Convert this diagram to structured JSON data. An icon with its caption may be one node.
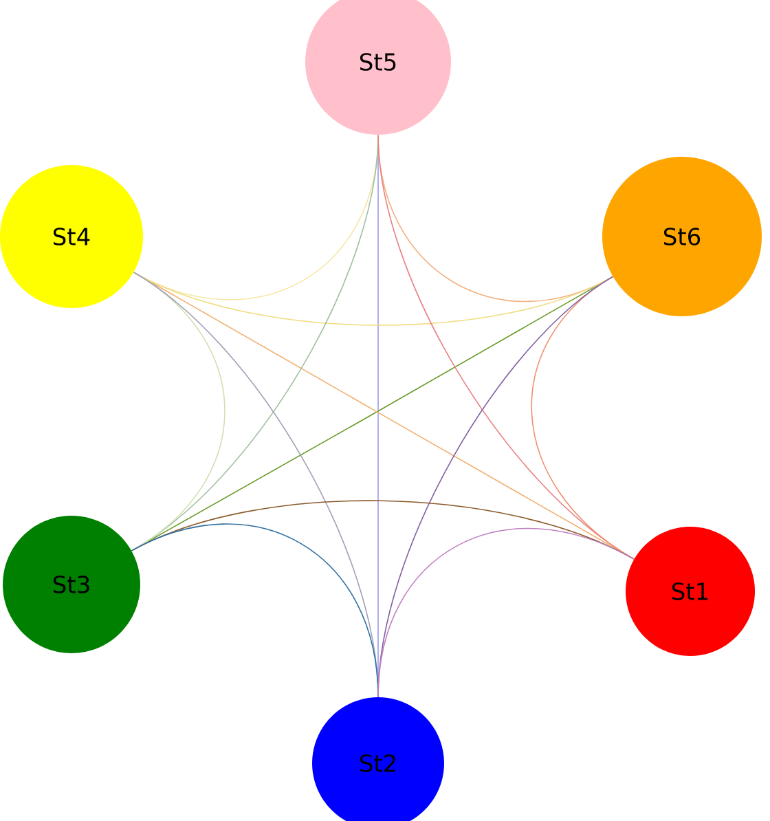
{
  "diagram": {
    "nodes": [
      {
        "text": [
          "St5"
        ]
      },
      {
        "text": [
          "St4"
        ]
      },
      {
        "text": [
          "St6"
        ]
      },
      {
        "text": [
          "St3"
        ]
      },
      {
        "text": [
          "St1"
        ]
      },
      {
        "text": [
          "St2"
        ]
      }
    ],
    "edges": [
      {
        "from": 0,
        "to": 5,
        "arrow": "none",
        "color": "#9999ee"
      },
      {
        "from": 2,
        "to": 3,
        "arrow": "none",
        "color": "#6b9a2a"
      },
      {
        "from": 1,
        "to": 4,
        "arrow": "none",
        "color": "#f0b070"
      },
      {
        "from": 0,
        "to": 1,
        "arrow": "none",
        "color": "#f5e6a0"
      },
      {
        "from": 0,
        "to": 2,
        "arrow": "none",
        "color": "#f4b080"
      },
      {
        "from": 1,
        "to": 2,
        "arrow": "none",
        "color": "#f0dc80"
      },
      {
        "from": 0,
        "to": 3,
        "arrow": "none",
        "color": "#a0c0a0"
      },
      {
        "from": 0,
        "to": 4,
        "arrow": "none",
        "color": "#e88080"
      },
      {
        "from": 1,
        "to": 3,
        "arrow": "none",
        "color": "#d0e0b0"
      },
      {
        "from": 1,
        "to": 5,
        "arrow": "none",
        "color": "#a0a0b8"
      },
      {
        "from": 2,
        "to": 4,
        "arrow": "none",
        "color": "#f09070"
      },
      {
        "from": 2,
        "to": 5,
        "arrow": "none",
        "color": "#8060a0"
      },
      {
        "from": 3,
        "to": 4,
        "arrow": "none",
        "color": "#8b5a2b"
      },
      {
        "from": 3,
        "to": 5,
        "arrow": "none",
        "color": "#3070a0"
      },
      {
        "from": 4,
        "to": 5,
        "arrow": "none",
        "color": "#c080c0"
      }
    ]
  }
}
